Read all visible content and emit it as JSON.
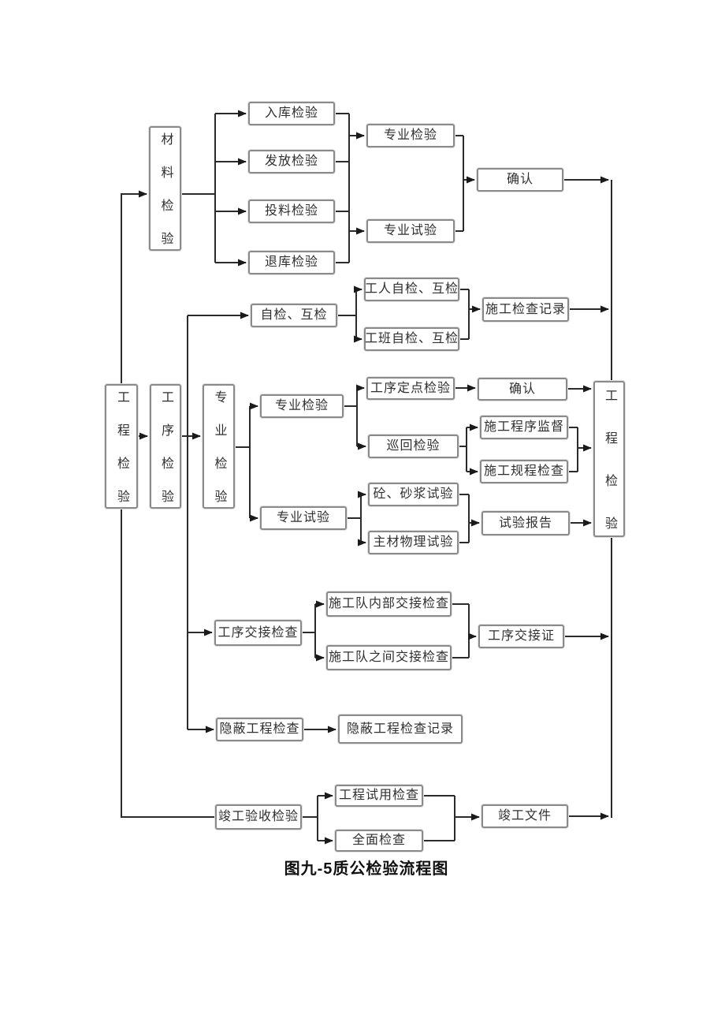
{
  "figure_caption": "图九-5质公检验流程图",
  "colors": {
    "line": "#2b2b2b",
    "box_border": "#8a8a8a",
    "text": "#2f2f2f",
    "background": "#ffffff"
  },
  "nodes": {
    "root": "工程检验",
    "material_col": "材料检验",
    "process_col": "工序检验",
    "professional_col": "专业检验",
    "project_right": "工程检验",
    "storage_in": "入库检验",
    "issue": "发放检验",
    "feeding": "投料检验",
    "storage_return": "退库检验",
    "pro_inspect_top": "专业检验",
    "pro_test_top": "专业试验",
    "confirm_top": "确认",
    "self_mutual": "自检、互检",
    "worker_self": "工人自检、互检",
    "team_self": "工班自检、互检",
    "construction_record": "施工检查记录",
    "pro_inspect_mid": "专业检验",
    "fixed_point": "工序定点检验",
    "confirm_mid": "确认",
    "patrol": "巡回检验",
    "procedure_supervise": "施工程序监督",
    "regulation_check": "施工规程检查",
    "pro_test_mid": "专业试验",
    "concrete_mortar": "砼、砂浆试验",
    "material_physics": "主材物理试验",
    "test_report": "试验报告",
    "handover_check": "工序交接检查",
    "internal_handover": "施工队内部交接检查",
    "between_handover": "施工队之间交接检查",
    "handover_cert": "工序交接证",
    "hidden_check": "隐蔽工程检查",
    "hidden_record": "隐蔽工程检查记录",
    "completion_accept": "竣工验收检验",
    "trial_check": "工程试用检查",
    "overall_check": "全面检查",
    "completion_doc": "竣工文件"
  }
}
